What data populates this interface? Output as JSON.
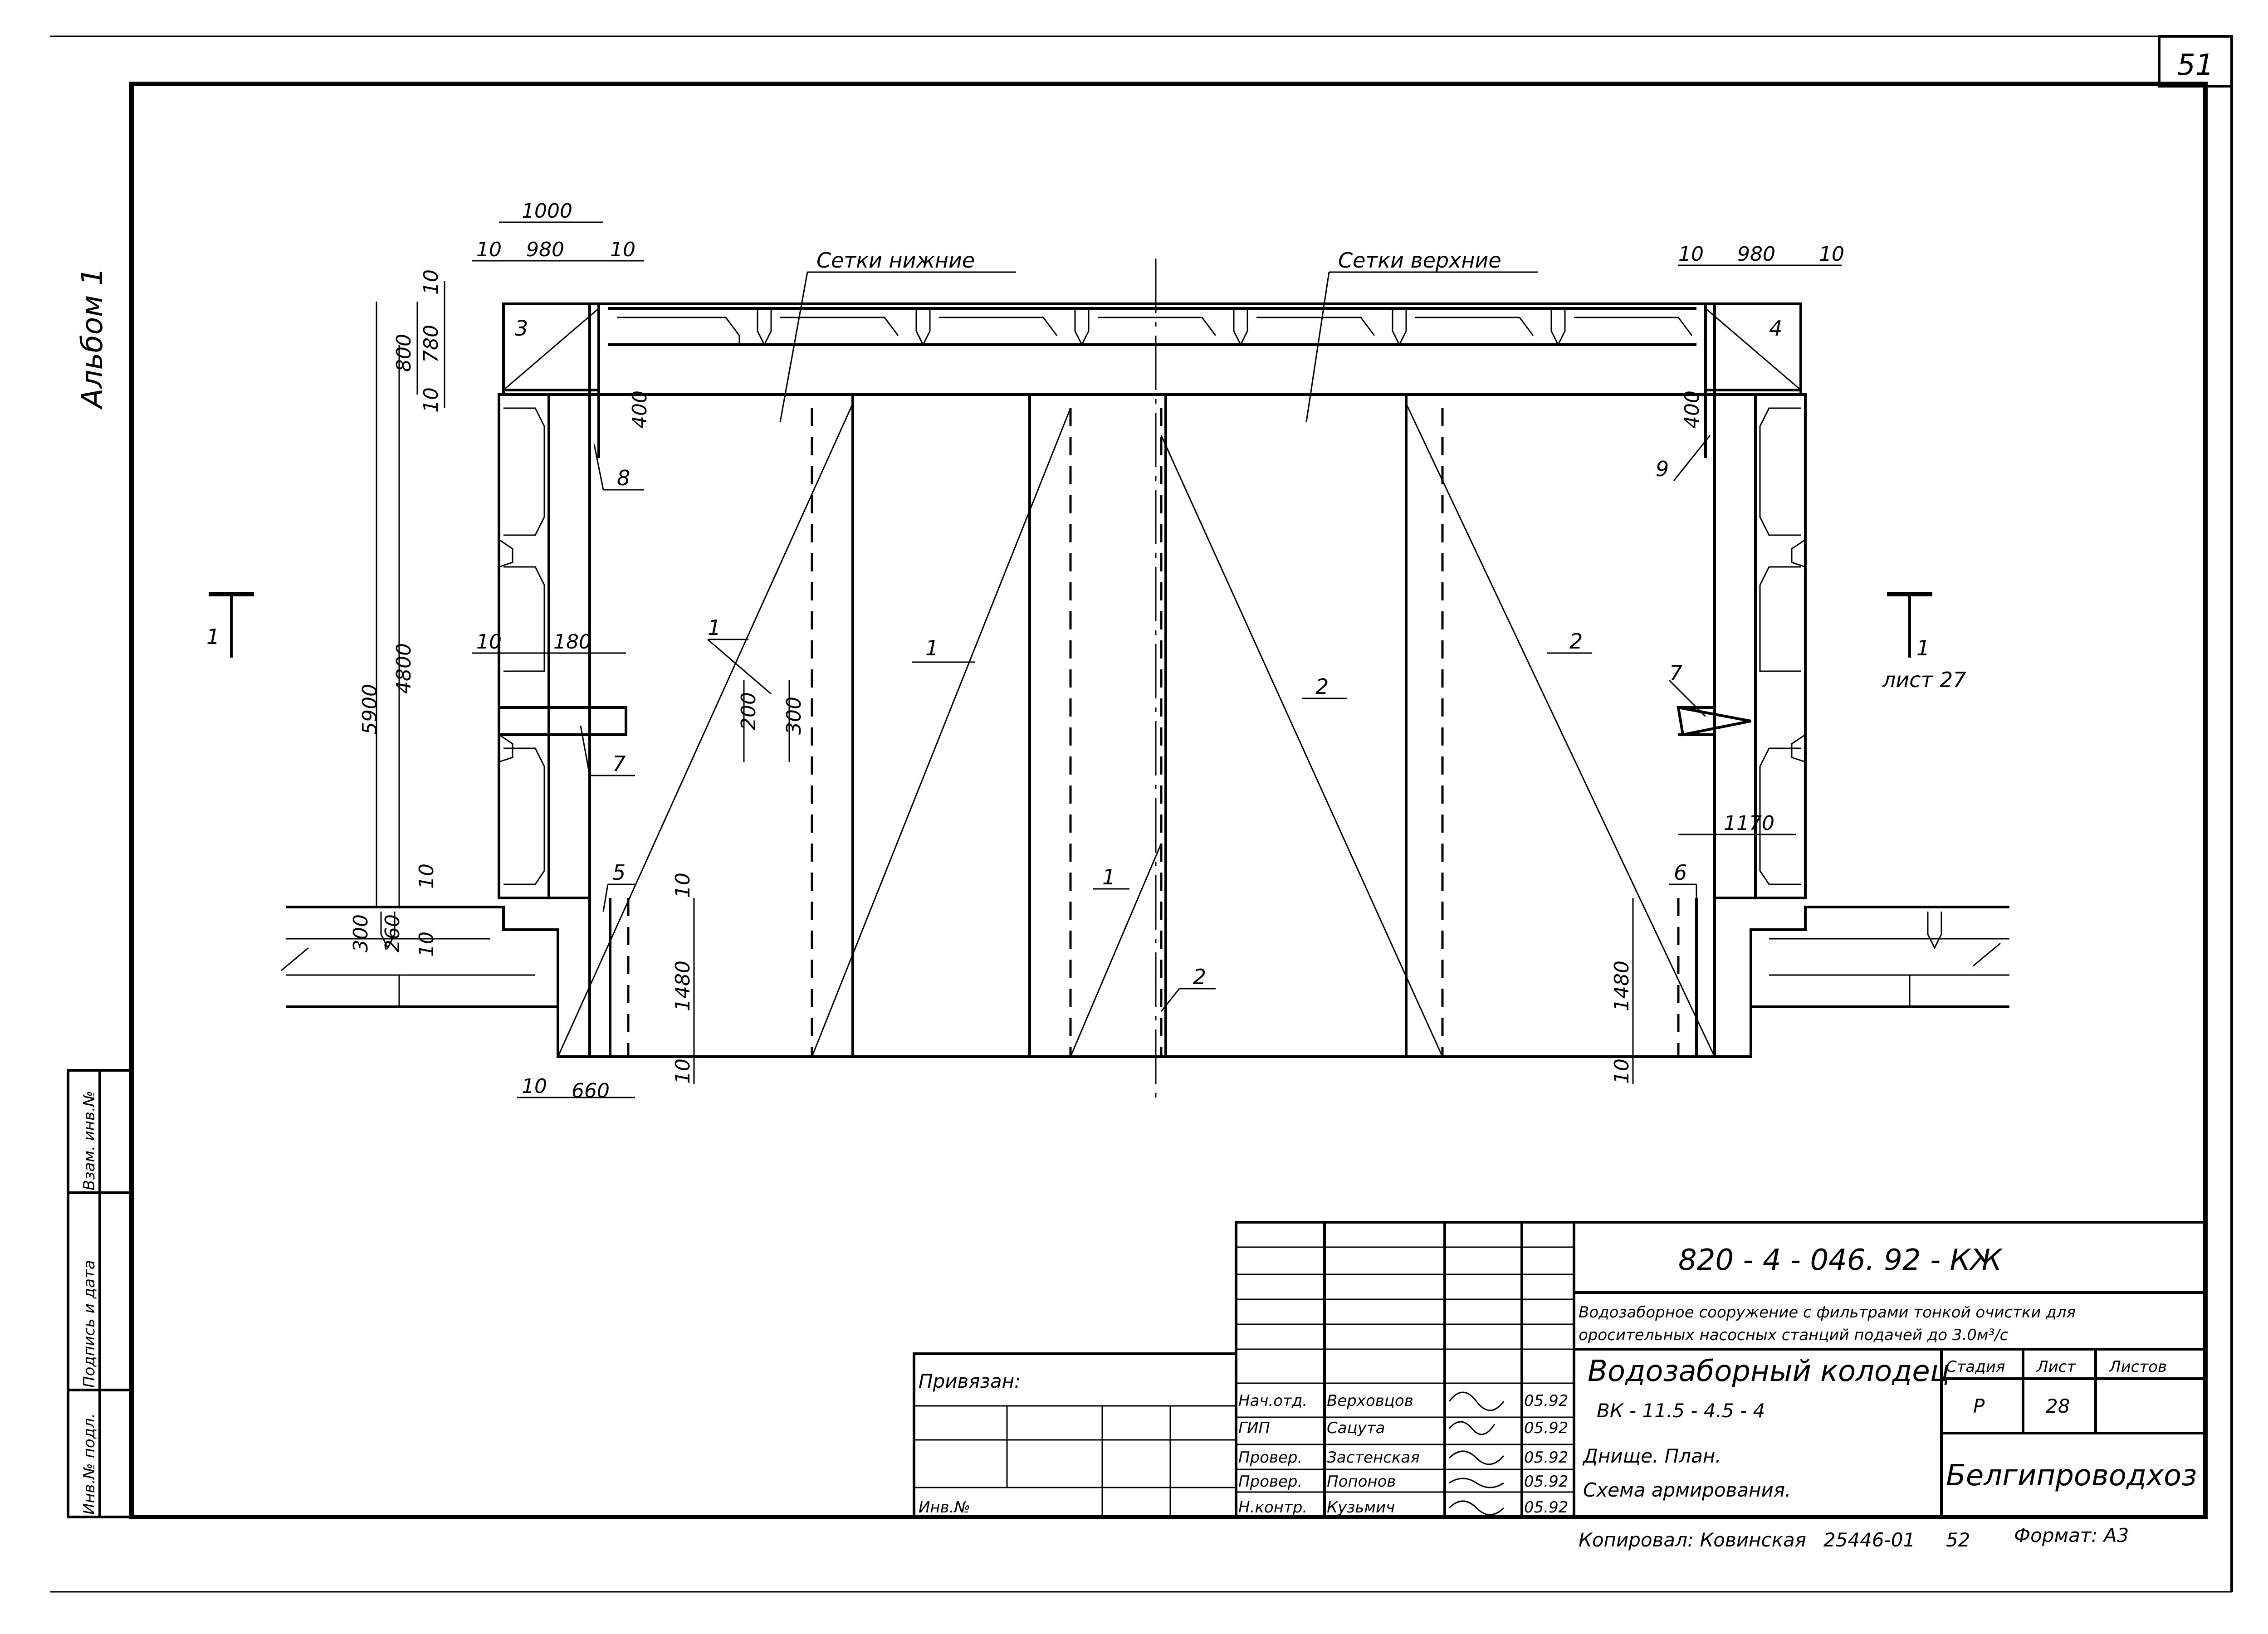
{
  "sheet": {
    "page_number": "51",
    "album": "Альбом 1"
  },
  "labels": {
    "mesh_bottom": "Сетки нижние",
    "mesh_top": "Сетки верхние",
    "section_marker": "1",
    "sheet_ref": "лист 27"
  },
  "positions": {
    "p1": "1",
    "p2": "2",
    "p3": "3",
    "p4": "4",
    "p5": "5",
    "p6": "6",
    "p7": "7",
    "p8": "8",
    "p9": "9"
  },
  "dims": {
    "d1000": "1000",
    "d980": "980",
    "d10": "10",
    "d800": "800",
    "d780": "780",
    "d5900": "5900",
    "d4800": "4800",
    "d400": "400",
    "d180": "180",
    "d200": "200",
    "d300": "300",
    "d260": "260",
    "d1480": "1480",
    "d660": "660",
    "d1170": "1170"
  },
  "side_stamp": {
    "inv_podl": "Инв.№ подл.",
    "podpis": "Подпись и дата",
    "vzam": "Взам. инв.№"
  },
  "title_block": {
    "code": "820 - 4 - 046. 92   - КЖ",
    "description_line1": "Водозаборное сооружение с фильтрами тонкой очистки для",
    "description_line2": "оросительных насосных станций подачей до 3.0м³/с",
    "title_line1": "Водозаборный колодец",
    "title_line2": "ВК - 11.5 - 4.5 - 4",
    "subtitle_line1": "Днище. План.",
    "subtitle_line2": "Схема армирования.",
    "stage_header": "Стадия",
    "sheet_header": "Лист",
    "sheets_header": "Листов",
    "stage": "Р",
    "sheet": "28",
    "organization": "Белгипроводхоз",
    "privyazan": "Привязан:",
    "inv": "Инв.№",
    "signers": [
      {
        "role": "Нач.отд.",
        "name": "Верховцов",
        "date": "05.92"
      },
      {
        "role": "ГИП",
        "name": "Сацута",
        "date": "05.92"
      },
      {
        "role": "Провер.",
        "name": "Застенская",
        "date": "05.92"
      },
      {
        "role": "Провер.",
        "name": "Попонов",
        "date": "05.92"
      },
      {
        "role": "Н.контр.",
        "name": "Кузьмич",
        "date": "05.92"
      }
    ],
    "footer_copied": "Копировал: Ковинская",
    "footer_number": "25446-01",
    "footer_52": "52",
    "footer_format": "Формат: А3"
  },
  "colors": {
    "ink": "#000000",
    "paper": "#ffffff"
  }
}
